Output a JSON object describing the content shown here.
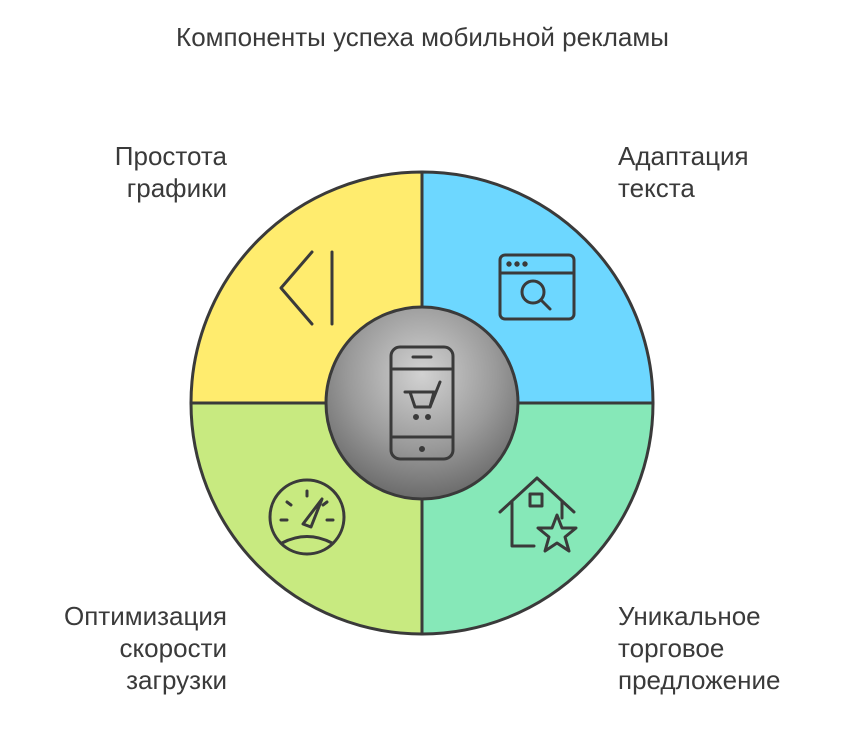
{
  "title": "Компоненты успеха мобильной рекламы",
  "segments": [
    {
      "id": "graphics",
      "lines": [
        "Простота",
        "графики"
      ],
      "color": "#FFEC6E",
      "icon": "chevron-left-bar-icon"
    },
    {
      "id": "text",
      "lines": [
        "Адаптация",
        "текста"
      ],
      "color": "#6DD7FF",
      "icon": "browser-search-icon"
    },
    {
      "id": "usp",
      "lines": [
        "Уникальное",
        "торговое",
        "предложение"
      ],
      "color": "#86E8B8",
      "icon": "house-star-icon"
    },
    {
      "id": "speed",
      "lines": [
        "Оптимизация",
        "скорости",
        "загрузки"
      ],
      "color": "#C8EA80",
      "icon": "speedometer-icon"
    }
  ],
  "center": {
    "icon": "smartphone-cart-icon"
  }
}
